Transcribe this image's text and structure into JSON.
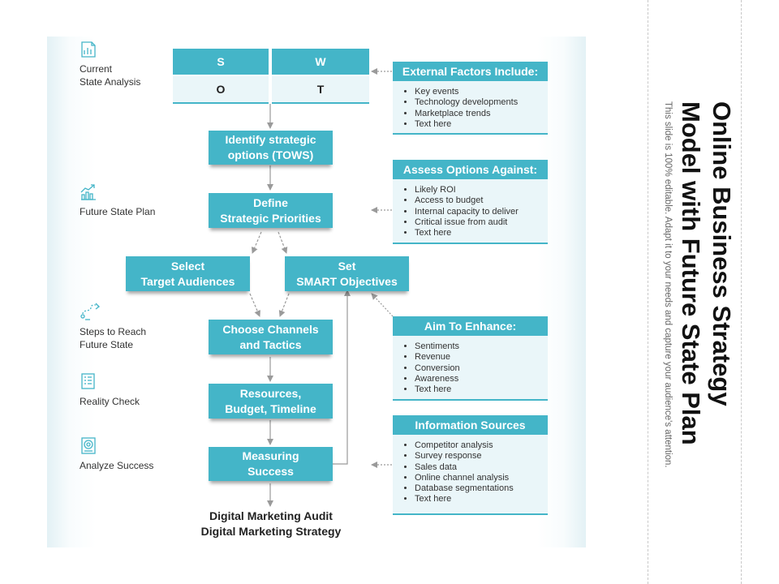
{
  "title": "Online Business Strategy Model with Future State Plan",
  "subtitle": "This slide is 100% editable. Adapt it to your needs and capture your audience's attention.",
  "colors": {
    "accent": "#44b5c8",
    "light": "#eaf6f9"
  },
  "swot": {
    "s": "S",
    "w": "W",
    "o": "O",
    "t": "T"
  },
  "left_items": [
    {
      "icon": "chart-icon",
      "label": "Current\nState Analysis"
    },
    {
      "icon": "growth-chart-icon",
      "label": "Future State Plan"
    },
    {
      "icon": "path-steps-icon",
      "label": "Steps to Reach\nFuture State"
    },
    {
      "icon": "checklist-icon",
      "label": "Reality Check"
    },
    {
      "icon": "target-document-icon",
      "label": "Analyze Success"
    }
  ],
  "flow": {
    "tows": "Identify strategic\noptions (TOWS)",
    "priorities": "Define\nStrategic Priorities",
    "audiences": "Select\nTarget Audiences",
    "smart": "Set\nSMART Objectives",
    "channels": "Choose Channels\nand Tactics",
    "resources": "Resources,\nBudget, Timeline",
    "measuring": "Measuring\nSuccess"
  },
  "bottom": {
    "line1": "Digital Marketing Audit",
    "line2": "Digital Marketing Strategy"
  },
  "info_boxes": [
    {
      "title": "External Factors Include:",
      "items": [
        "Key events",
        "Technology developments",
        "Marketplace trends",
        "Text here"
      ]
    },
    {
      "title": "Assess Options Against:",
      "items": [
        "Likely ROI",
        "Access to budget",
        "Internal capacity to deliver",
        "Critical issue from audit",
        "Text here"
      ]
    },
    {
      "title": "Aim To Enhance:",
      "items": [
        "Sentiments",
        "Revenue",
        "Conversion",
        "Awareness",
        "Text here"
      ]
    },
    {
      "title": "Information  Sources",
      "items": [
        "Competitor analysis",
        "Survey response",
        "Sales data",
        "Online channel analysis",
        "Database segmentations",
        "Text here"
      ]
    }
  ]
}
